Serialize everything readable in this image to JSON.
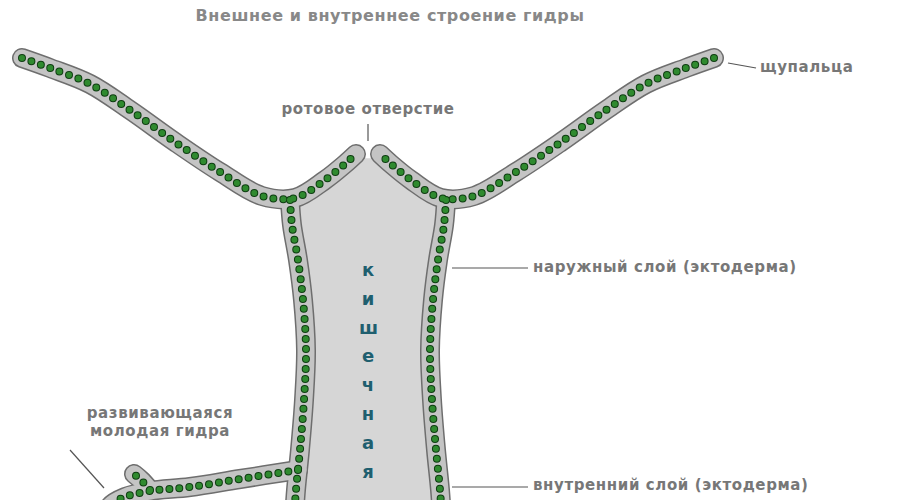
{
  "diagram": {
    "title": "Внешнее и внутреннее строение гидры",
    "labels": [
      "ротовое отверстие",
      "щупальца",
      "наружный слой (эктодерма)",
      "кишечная",
      "развивающаяся молодая гидра",
      "внутренний слой (эктодерма)"
    ]
  }
}
